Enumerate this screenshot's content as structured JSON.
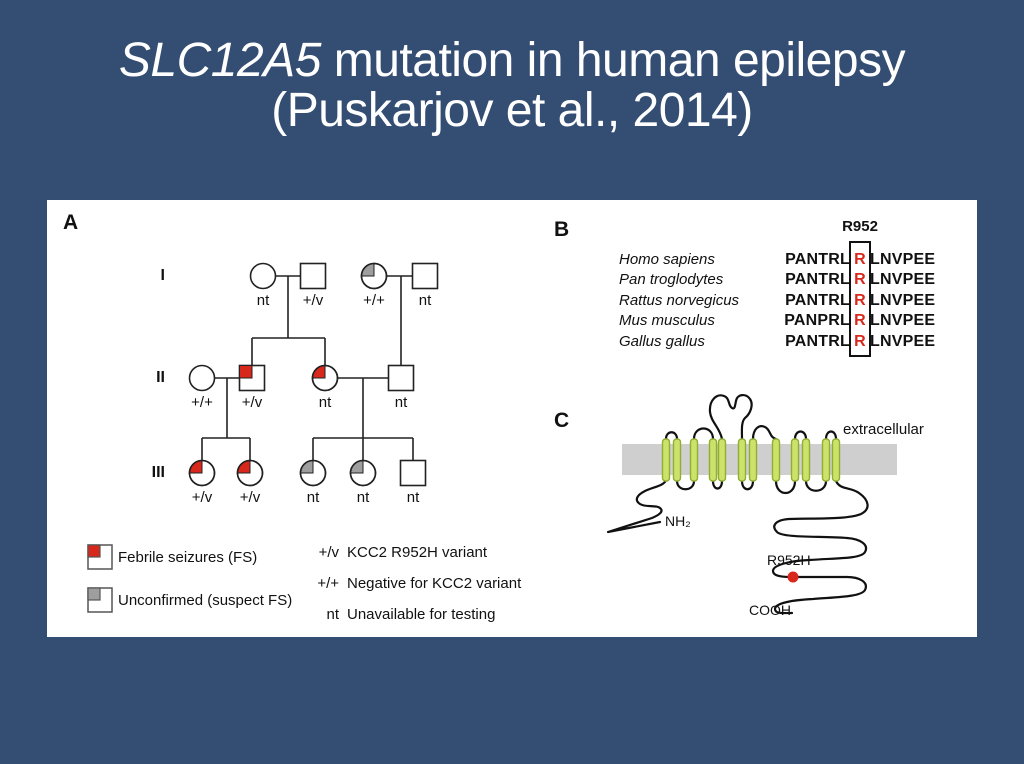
{
  "slide": {
    "title": {
      "gene": "SLC12A5",
      "rest": " mutation in human epilepsy",
      "line2": "(Puskarjov et al., 2014)"
    }
  },
  "colors": {
    "background": "#344d73",
    "panel": "#ffffff",
    "affected_red": "#d8281c",
    "unconfirmed_gray": "#9e9e9e",
    "membrane_gray": "#cfcfcf",
    "tm_fill": "#cde26a",
    "tm_stroke": "#8fae33"
  },
  "pedigree": {
    "panel_label": "A",
    "generation_labels": [
      "I",
      "II",
      "III"
    ],
    "genotype_labels": [
      [
        "nt",
        "+/v",
        "+/+",
        "nt"
      ],
      [
        "+/+",
        "+/v",
        "nt",
        "nt"
      ],
      [
        "+/v",
        "+/v",
        "nt",
        "nt",
        "nt"
      ]
    ]
  },
  "legend": {
    "items": [
      {
        "label": "Febrile seizures (FS)"
      },
      {
        "label": "Unconfirmed (suspect FS)"
      }
    ],
    "genotypes": [
      {
        "symbol": "+/v",
        "description": "KCC2 R952H variant"
      },
      {
        "symbol": "+/+",
        "description": "Negative for KCC2 variant"
      },
      {
        "symbol": "nt",
        "description": "Unavailable for testing"
      }
    ]
  },
  "alignment": {
    "panel_label": "B",
    "residue_label": "R952",
    "rows": [
      {
        "species": "Homo sapiens",
        "pre": "PANTRL",
        "residue": "R",
        "post": "LNVPEE"
      },
      {
        "species": "Pan troglodytes",
        "pre": "PANTRL",
        "residue": "R",
        "post": "LNVPEE"
      },
      {
        "species": "Rattus norvegicus",
        "pre": "PANTRL",
        "residue": "R",
        "post": "LNVPEE"
      },
      {
        "species": "Mus musculus",
        "pre": "PANPRL",
        "residue": "R",
        "post": "LNVPEE"
      },
      {
        "species": "Gallus gallus",
        "pre": "PANTRL",
        "residue": "R",
        "post": "LNVPEE"
      }
    ]
  },
  "topology": {
    "panel_label": "C",
    "extracellular_label": "extracellular",
    "nterm_label": "NH₂",
    "variant_label": "R952H",
    "cterm_label": "COOH"
  }
}
